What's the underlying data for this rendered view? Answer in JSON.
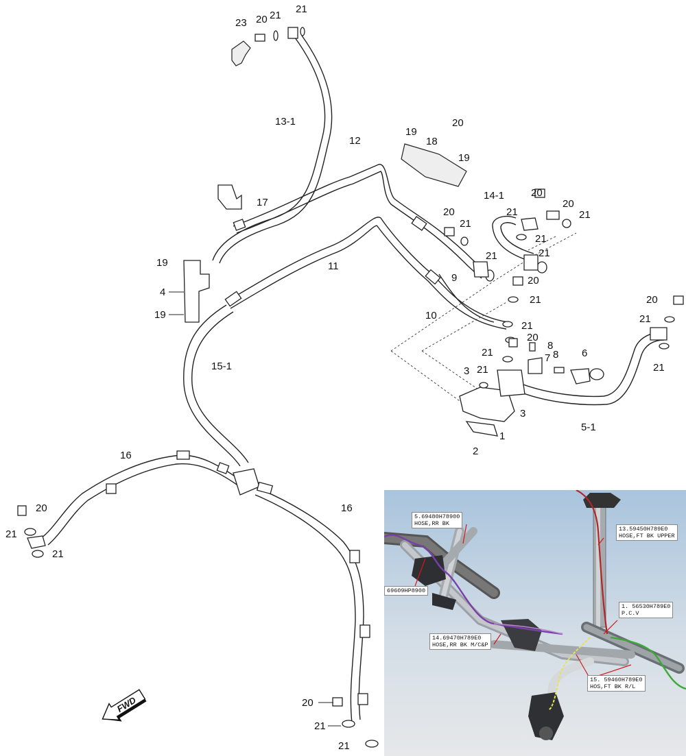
{
  "callouts": {
    "c23": "23",
    "c20a": "20",
    "c21a": "21",
    "c21b": "21",
    "c13_1": "13-1",
    "c12": "12",
    "c17": "17",
    "c19a": "19",
    "c18": "18",
    "c20b": "20",
    "c19b": "19",
    "c14_1": "14-1",
    "c20c": "20",
    "c20d": "20",
    "c21c": "21",
    "c21d": "21",
    "c21e": "21",
    "c21f": "21",
    "c20e": "20",
    "c21g": "21",
    "c21h": "21",
    "c9": "9",
    "c11": "11",
    "c19c": "19",
    "c4": "4",
    "c19d": "19",
    "c20f": "20",
    "c21i": "21",
    "c10": "10",
    "c21j": "21",
    "c20g": "20",
    "c21k": "21",
    "c21l": "21",
    "c20h": "20",
    "c8a": "8",
    "c7": "7",
    "c8b": "8",
    "c6": "6",
    "c21m": "21",
    "c3a": "3",
    "c21n": "21",
    "c3b": "3",
    "c15_1": "15-1",
    "c1": "1",
    "c2": "2",
    "c5_1": "5-1",
    "c16a": "16",
    "c16b": "16",
    "c20i": "20",
    "c21o": "21",
    "c21p": "21",
    "c20j": "20",
    "c21q": "21",
    "c21r": "21"
  },
  "fwd_label": "FWD",
  "inset": {
    "labels": [
      {
        "line1": "5.69480H78900",
        "line2": "HOSE,RR BK"
      },
      {
        "line1": "13.59450H789E0",
        "line2": "HOSE,FT BK UPPER"
      },
      {
        "line1": "69609HP8900",
        "line2": ""
      },
      {
        "line1": "1. 56530H789E0",
        "line2": "P.C.V"
      },
      {
        "line1": "14.69470H789E0",
        "line2": "HOSE,RR BK M/C&P"
      },
      {
        "line1": "15. 59460H789E0",
        "line2": "HOS,FT BK R/L"
      }
    ]
  }
}
